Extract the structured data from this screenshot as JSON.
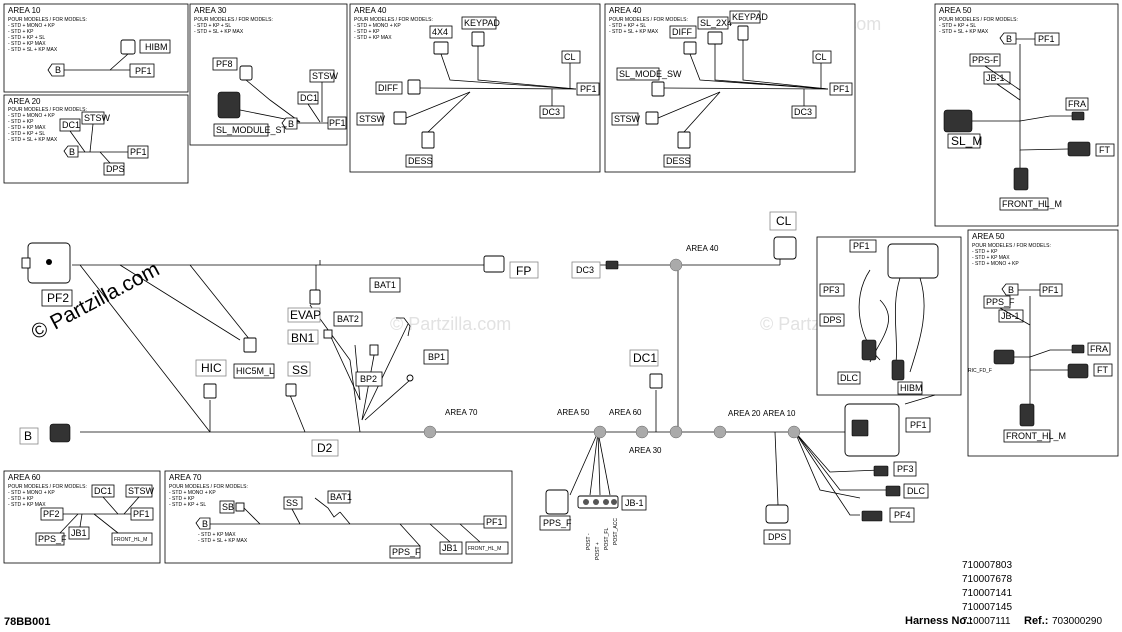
{
  "watermark": {
    "main": "© Partzilla.com",
    "faint": "© Partzilla.com"
  },
  "diagram_id": "78BB001",
  "harness": {
    "label": "Harness No.:",
    "numbers": [
      "710007803",
      "710007678",
      "710007141",
      "710007145",
      "710007111"
    ],
    "ref_label": "Ref.:",
    "ref_value": "703000290"
  },
  "main_harness": {
    "connectors": {
      "pf2": "PF2",
      "fp": "FP",
      "evap": "EVAP",
      "bat1": "BAT1",
      "bat2": "BAT2",
      "bn1": "BN1",
      "bp1": "BP1",
      "bp2": "BP2",
      "hic": "HIC",
      "hic5m_l": "HIC5M_L",
      "ss": "SS",
      "b": "B",
      "d2": "D2",
      "dc3": "DC3",
      "cl": "CL",
      "dc1": "DC1",
      "pps_f": "PPS_F",
      "jb1": "JB-1",
      "dps": "DPS",
      "pf1": "PF1",
      "pf3": "PF3",
      "dlc": "DLC",
      "pf4": "PF4"
    },
    "areas": {
      "a40": "AREA 40",
      "a70": "AREA 70",
      "a50": "AREA 50",
      "a60": "AREA 60",
      "a30": "AREA 30",
      "a20": "AREA 20",
      "a10": "AREA 10"
    },
    "posts": [
      "POST -",
      "POST +",
      "POST_FL",
      "POST_ACC"
    ]
  },
  "pf1_inset": {
    "labels": {
      "pf1": "PF1",
      "pf3": "PF3",
      "dps": "DPS",
      "dlc": "DLC",
      "hibm": "HIBM"
    }
  },
  "panels": {
    "p10": {
      "title": "AREA 10",
      "header": "POUR MODELES / FOR MODELS:",
      "models": [
        "- STD + MONO + KP",
        "- STD + KP",
        "- STD + KP + SL",
        "- STD + KP MAX",
        "- STD + SL + KP MAX"
      ],
      "labels": {
        "hibm": "HIBM",
        "b": "B",
        "pf1": "PF1"
      }
    },
    "p20": {
      "title": "AREA 20",
      "header": "POUR MODELES / FOR MODELS:",
      "models": [
        "- STD + MONO + KP",
        "- STD + KP",
        "- STD + KP MAX",
        "- STD + KP + SL",
        "- STD + SL + KP MAX"
      ],
      "labels": {
        "dc1": "DC1",
        "stsw": "STSW",
        "b": "B",
        "pf1": "PF1",
        "dps": "DPS"
      }
    },
    "p30": {
      "title": "AREA 30",
      "header": "POUR MODELES / FOR MODELS:",
      "models": [
        "- STD + KP + SL",
        "- STD + SL + KP MAX"
      ],
      "labels": {
        "pf8": "PF8",
        "stsw": "STSW",
        "dc1": "DC1",
        "b": "B",
        "pf1": "PF1",
        "sl_module_st": "SL_MODULE_ST"
      }
    },
    "p40a": {
      "title": "AREA 40",
      "header": "POUR MODELES / FOR MODELS:",
      "models": [
        "- STD + MONO + KP",
        "- STD + KP",
        "- STD + KP MAX"
      ],
      "labels": {
        "x4x4": "4X4",
        "keypad": "KEYPAD",
        "cl": "CL",
        "diff": "DIFF",
        "pf1": "PF1",
        "dc3": "DC3",
        "stsw": "STSW",
        "dess": "DESS"
      }
    },
    "p40b": {
      "title": "AREA 40",
      "header": "POUR MODELES / FOR MODELS:",
      "models": [
        "- STD + KP + SL",
        "- STD + SL + KP MAX"
      ],
      "labels": {
        "diff": "DIFF",
        "sl_2x4": "SL_2X4",
        "keypad": "KEYPAD",
        "cl": "CL",
        "sl_mode_sw": "SL_MODE_SW",
        "pf1": "PF1",
        "dc3": "DC3",
        "stsw": "STSW",
        "dess": "DESS"
      }
    },
    "p50a": {
      "title": "AREA 50",
      "header": "POUR MODELES / FOR MODELS:",
      "models": [
        "- STD + KP + SL",
        "- STD + SL + KP MAX"
      ],
      "labels": {
        "b": "B",
        "pf1": "PF1",
        "pps_f": "PPS-F",
        "jb1": "JB-1",
        "fra": "FRA",
        "sl_m": "SL_M",
        "ft": "FT",
        "front_hl_m": "FRONT_HL_M"
      }
    },
    "p50b": {
      "title": "AREA 50",
      "header": "POUR MODELES / FOR MODELS:",
      "models": [
        "- STD + KP",
        "- STD + KP MAX",
        "- STD + MONO + KP"
      ],
      "labels": {
        "b": "B",
        "pf1": "PF1",
        "pps_f": "PPS_F",
        "jb1": "JB-1",
        "fra": "FRA",
        "ric_fd": "RIC_FD_F",
        "ft": "FT",
        "front_hl_m": "FRONT_HL_M"
      }
    },
    "p60": {
      "title": "AREA 60",
      "header": "POUR MODELES / FOR MODELS:",
      "models": [
        "- STD + MONO + KP",
        "- STD + KP",
        "- STD + KP MAX"
      ],
      "labels": {
        "dc1": "DC1",
        "stsw": "STSW",
        "pf2": "PF2",
        "pf1": "PF1",
        "jb1": "JB1",
        "pps_f": "PPS_F",
        "front_hl_m": "FRONT_HL_M"
      }
    },
    "p70": {
      "title": "AREA 70",
      "header": "POUR MODELES / FOR MODELS:",
      "models": [
        "- STD + MONO + KP",
        "- STD + KP",
        "- STD + KP + SL"
      ],
      "models2": [
        "- STD + KP MAX",
        "- STD + SL + KP MAX"
      ],
      "labels": {
        "sb": "SB",
        "ss": "SS",
        "bat1": "BAT1",
        "b": "B",
        "pf1": "PF1",
        "pps_f": "PPS_F",
        "jb1": "JB1",
        "front_hl_m": "FRONT_HL_M"
      }
    }
  }
}
